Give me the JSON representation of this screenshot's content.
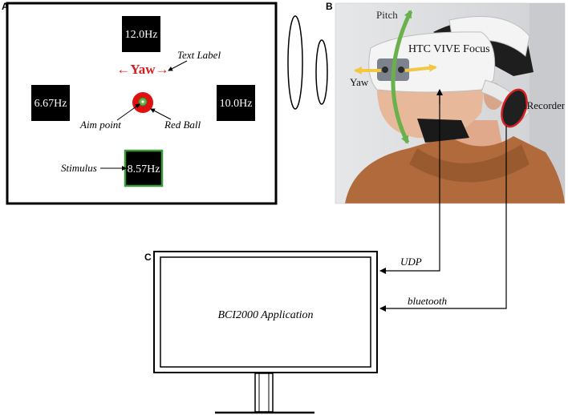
{
  "panels": {
    "a_letter": "A",
    "b_letter": "B",
    "c_letter": "C"
  },
  "panel_a": {
    "stim_top": "12.0Hz",
    "stim_left": "6.67Hz",
    "stim_right": "10.0Hz",
    "stim_bottom": "8.57Hz",
    "yaw_label": "←Yaw→",
    "text_label_caption": "Text Label",
    "aim_point_caption": "Aim point",
    "red_ball_caption": "Red Ball",
    "stimulus_caption": "Stimulus"
  },
  "panel_b": {
    "pitch": "Pitch",
    "headset": "HTC VIVE Focus",
    "yaw": "Yaw",
    "recorder": "iRecorder"
  },
  "panel_c": {
    "app": "BCI2000 Application",
    "udp": "UDP",
    "bluetooth": "bluetooth"
  },
  "colors": {
    "stimulus_fill": "#000000",
    "stimulus_focus_border": "#3a9a3a",
    "yaw_red": "#d42020",
    "ball_red": "#e01010",
    "aim_green": "#6ab04c",
    "pitch_arrow": "#6ab04c",
    "yaw_arrow": "#f2c744",
    "skin": "#e8b89b",
    "sweater": "#b06a3b",
    "headset": "#f4f4f4",
    "photo_bg": "#d9dbde"
  }
}
